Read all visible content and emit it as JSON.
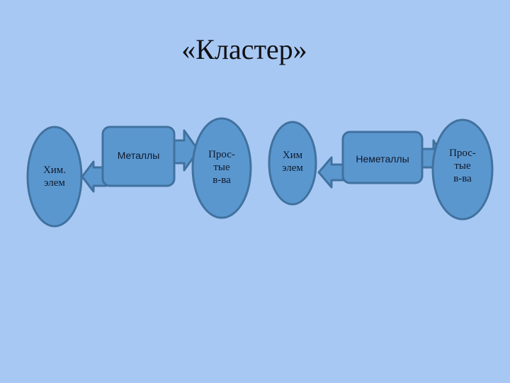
{
  "title": "«Кластер»",
  "colors": {
    "background": "#a8c8f4",
    "shape_fill": "#5b97cf",
    "shape_stroke": "#41729f",
    "text": "#0e1a2c"
  },
  "clusters": [
    {
      "center": "Металлы",
      "left": {
        "line1": "Хим.",
        "line2": "элем"
      },
      "right": {
        "line1": "Прос-",
        "line2": "тые",
        "line3": "в-ва"
      }
    },
    {
      "center": "Неметаллы",
      "left": {
        "line1": "Хим",
        "line2": "элем"
      },
      "right": {
        "line1": "Прос-",
        "line2": "тые",
        "line3": "в-ва"
      }
    }
  ]
}
